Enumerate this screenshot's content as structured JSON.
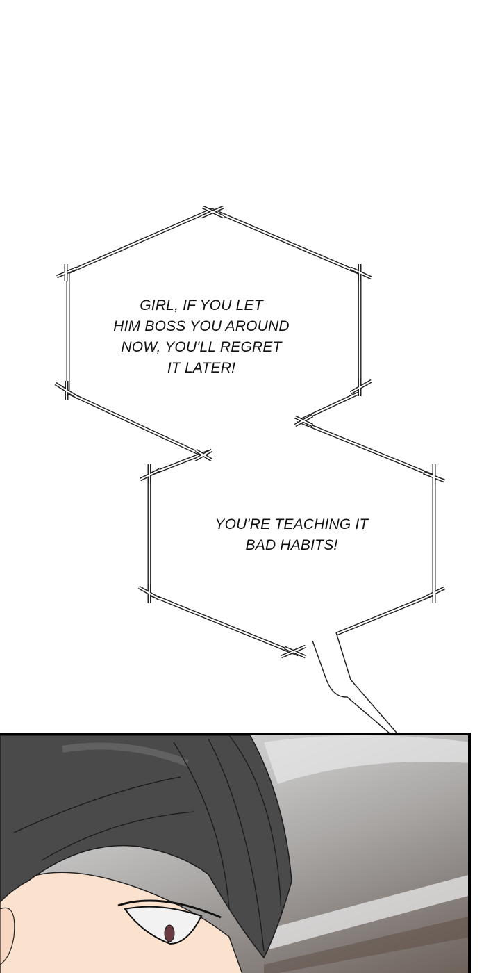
{
  "comic": {
    "bubbles": [
      {
        "id": "bubble-1",
        "text": "GIRL, IF YOU LET\nHIM BOSS YOU AROUND\nNOW, YOU'LL REGRET\nIT LATER!"
      },
      {
        "id": "bubble-2",
        "text": "YOU'RE TEACHING IT\nBAD HABITS!"
      }
    ],
    "panel": {
      "description": "Close-up of dark-haired character's eye looking sideways",
      "colors": {
        "hair": "#4a4a4a",
        "skin": "#fbe2cf",
        "border": "#000000",
        "background_top": "#d9d9d9",
        "background_bottom": "#6e625b"
      }
    }
  }
}
